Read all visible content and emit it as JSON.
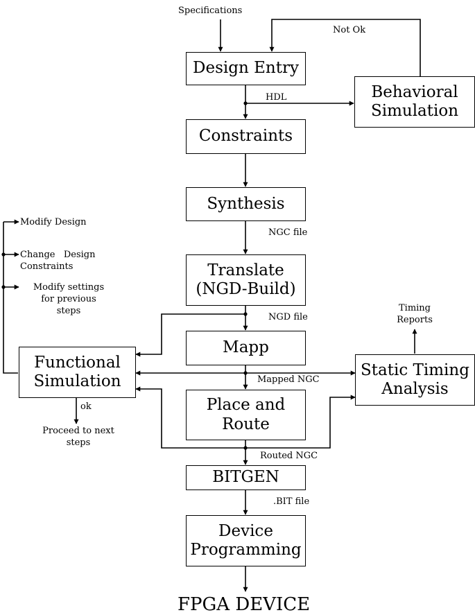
{
  "boxes": {
    "design_entry": "Design Entry",
    "behavioral_simulation": "Behavioral\nSimulation",
    "constraints": "Constraints",
    "synthesis": "Synthesis",
    "translate": "Translate\n(NGD-Build)",
    "mapp": "Mapp",
    "place_route": "Place and\nRoute",
    "bitgen": "BITGEN",
    "device_programming": "Device\nProgramming",
    "functional_simulation": "Functional\nSimulation",
    "static_timing": "Static Timing\nAnalysis"
  },
  "labels": {
    "specifications": "Specifications",
    "not_ok": "Not Ok",
    "hdl": "HDL",
    "ngc_file": "NGC file",
    "ngd_file": "NGD file",
    "mapped_ngc": "Mapped NGC",
    "routed_ngc": "Routed NGC",
    "bit_file": ".BIT file",
    "timing_reports": "Timing\nReports",
    "ok": "ok",
    "proceed": "Proceed to next\nsteps",
    "modify_design": "Modify Design",
    "change_constraints": "Change   Design\nConstraints",
    "modify_settings": "Modify settings\nfor previous\nsteps",
    "fpga_device": "FPGA DEVICE"
  }
}
